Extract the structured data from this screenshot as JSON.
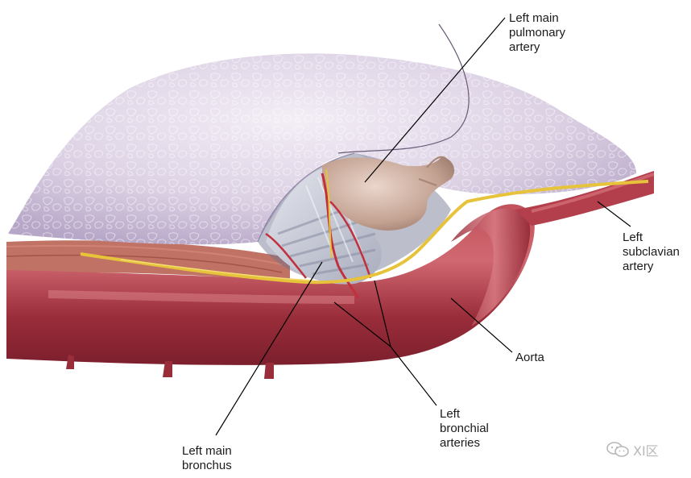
{
  "labels": {
    "left_main_pulmonary_artery": [
      "Left main",
      "pulmonary",
      "artery"
    ],
    "left_subclavian_artery": [
      "Left",
      "subclavian",
      "artery"
    ],
    "aorta": [
      "Aorta"
    ],
    "left_bronchial_arteries": [
      "Left",
      "bronchial",
      "arteries"
    ],
    "left_main_bronchus": [
      "Left main",
      "bronchus"
    ]
  },
  "watermark": {
    "icon": "wechat-icon",
    "text": "XI区"
  },
  "colors": {
    "lung": "#ddd2e4",
    "lung_shadow": "#b9a9c9",
    "aorta": "#a8323f",
    "aorta_highlight": "#d86a73",
    "pulmonary_artery": "#c9a99a",
    "bronchus": "#c9ccd6",
    "nerve": "#e6c33a",
    "muscle": "#b55a4a"
  }
}
